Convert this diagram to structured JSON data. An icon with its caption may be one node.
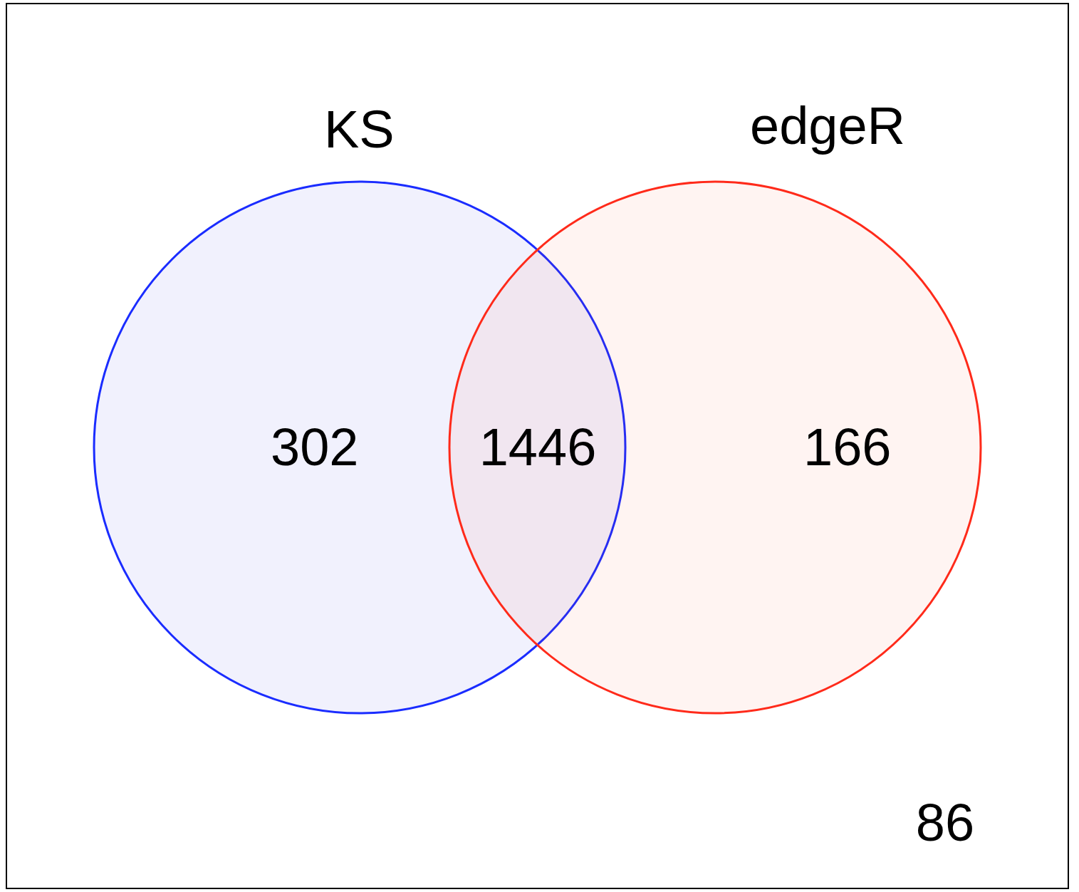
{
  "diagram": {
    "nodes": [
      {
        "text": [
          "KS",
          "302"
        ]
      },
      {
        "text": [
          "edgeR",
          "166"
        ]
      }
    ],
    "edges": [],
    "labels": [
      "1446",
      "86"
    ]
  }
}
